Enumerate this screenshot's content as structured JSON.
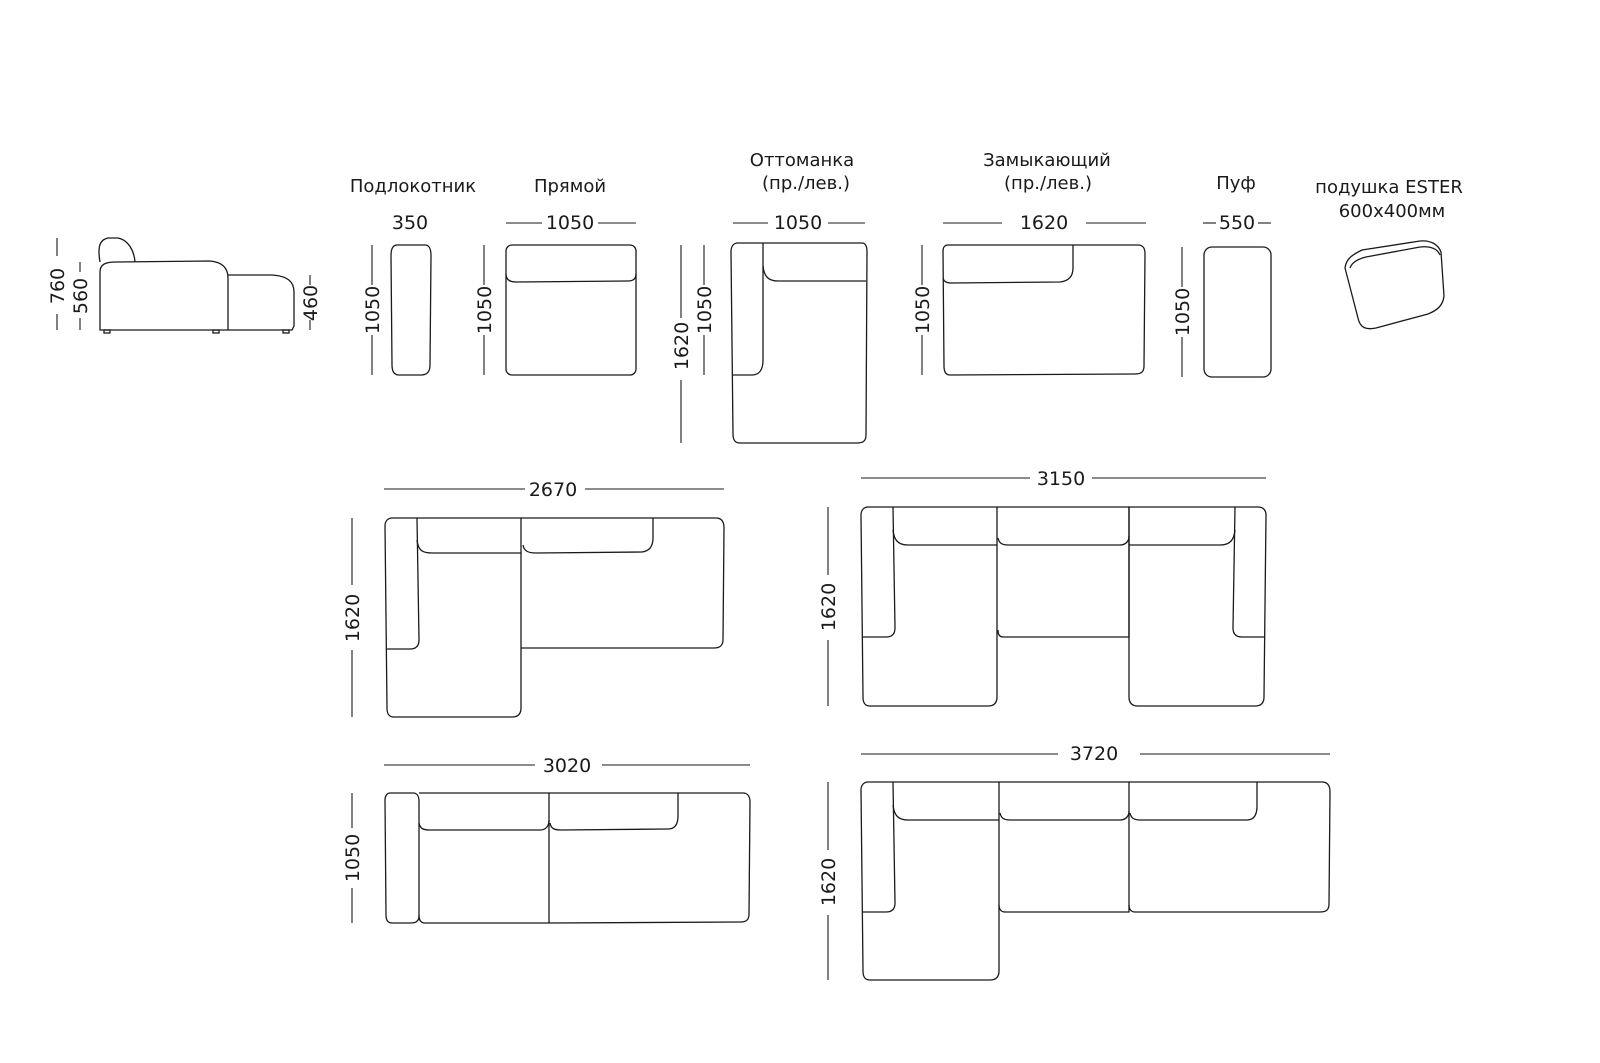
{
  "modules": {
    "armrest": {
      "title": "Подлокотник",
      "width": "350",
      "depth": "1050"
    },
    "straight": {
      "title": "Прямой",
      "width": "1050",
      "depth": "1050"
    },
    "ottoman": {
      "title": "Оттоманка",
      "subtitle": "(пр./лев.)",
      "width": "1050",
      "depth_seat": "1050",
      "depth_total": "1620"
    },
    "closing": {
      "title": "Замыкающий",
      "subtitle": "(пр./лев.)",
      "width": "1620",
      "depth": "1050"
    },
    "pouf": {
      "title": "Пуф",
      "width": "550",
      "depth": "1050"
    },
    "pillow": {
      "title": "подушка ESTER",
      "size": "600х400мм"
    }
  },
  "side_view": {
    "height_total": "760",
    "height_back": "560",
    "height_seat": "460"
  },
  "combinations": [
    {
      "width": "2670",
      "depth": "1620"
    },
    {
      "width": "3150",
      "depth": "1620"
    },
    {
      "width": "3020",
      "depth": "1050"
    },
    {
      "width": "3720",
      "depth": "1620"
    }
  ]
}
